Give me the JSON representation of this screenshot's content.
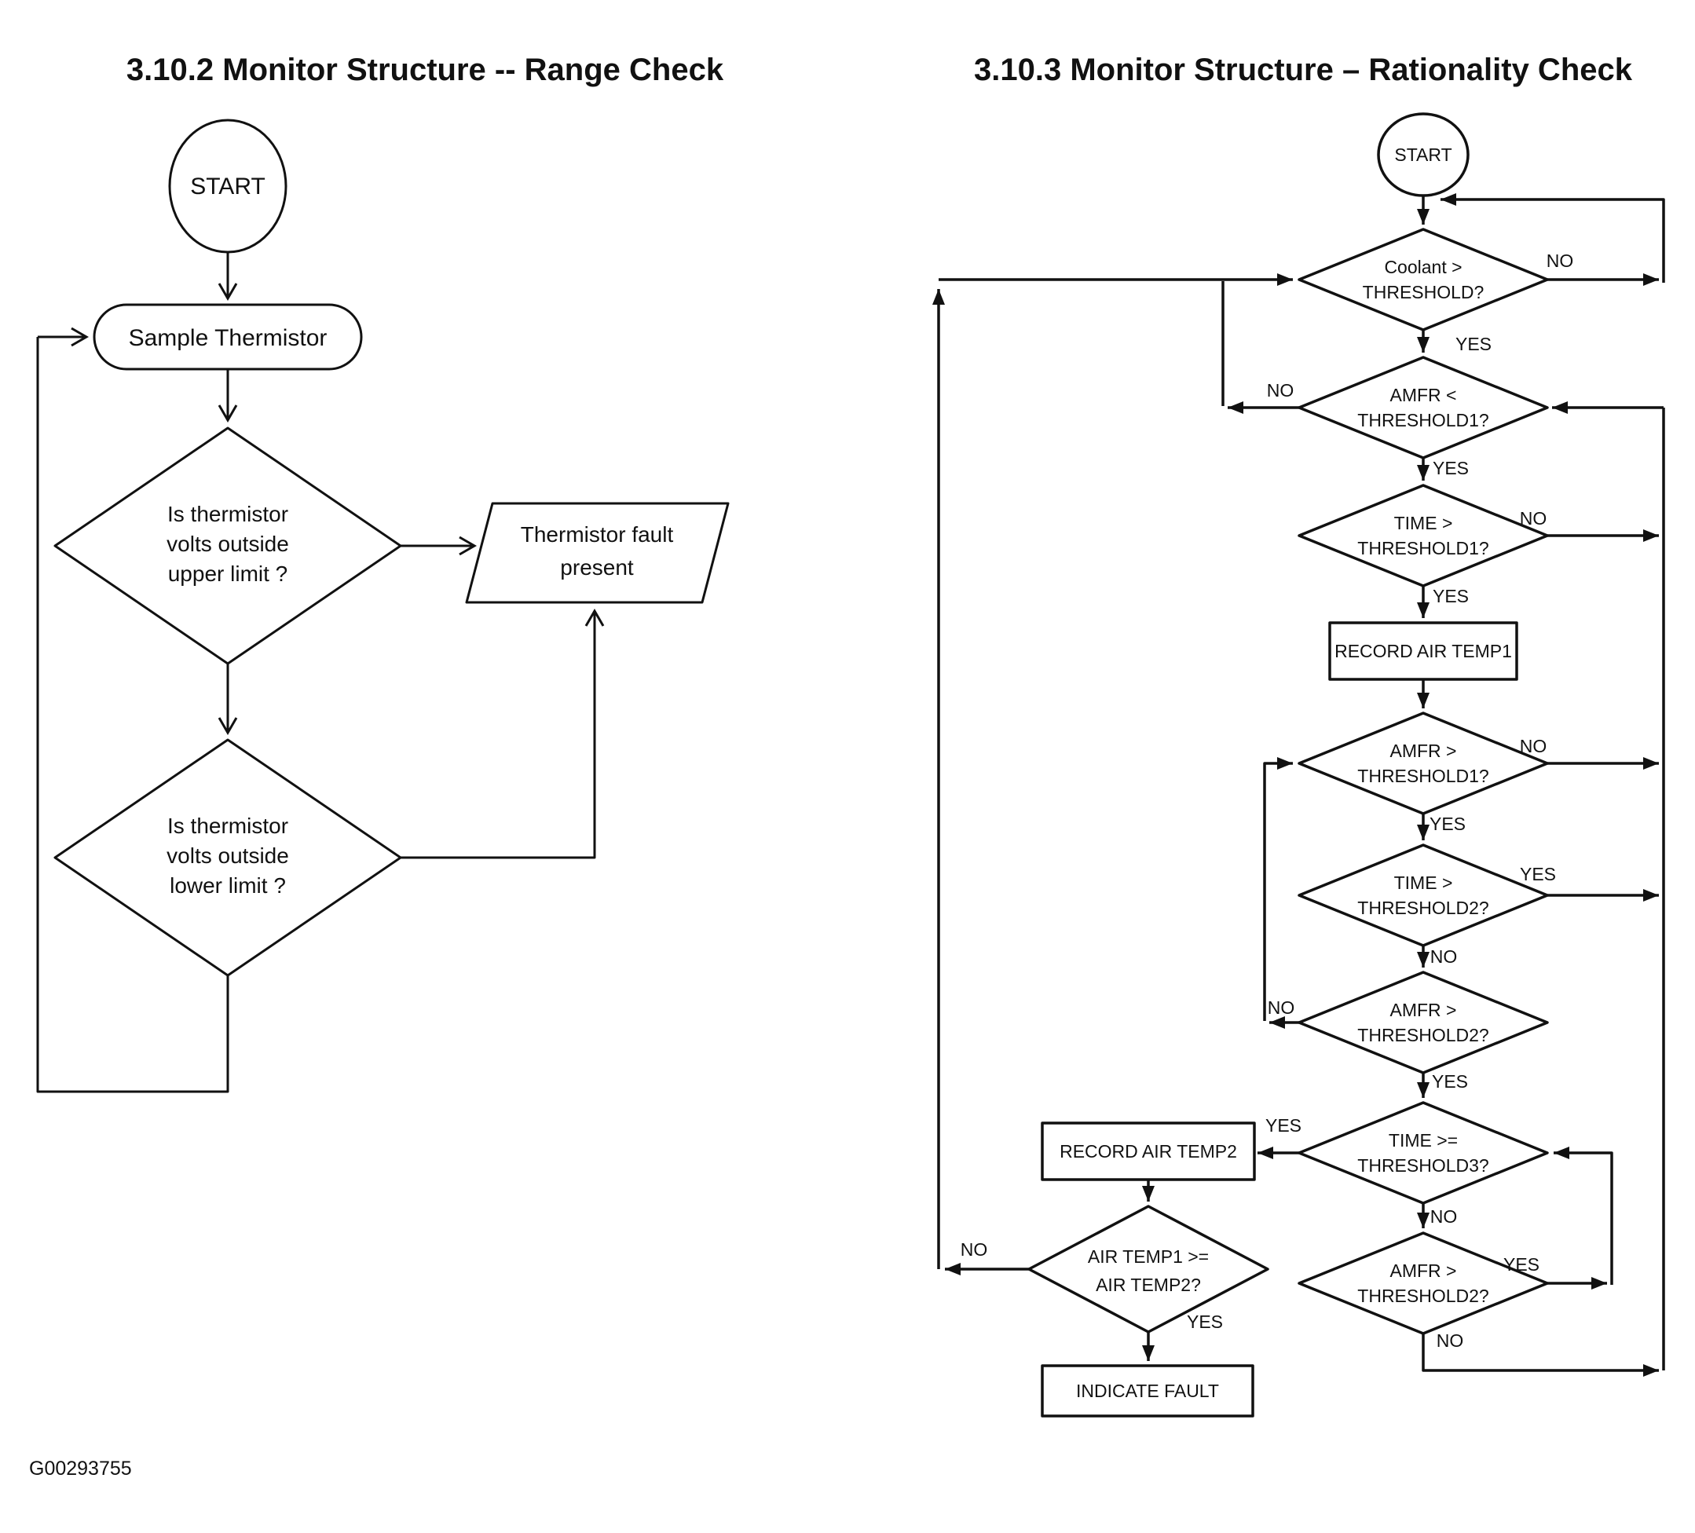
{
  "colors": {
    "ink": "#111111",
    "background": "#ffffff"
  },
  "titles": {
    "left": "3.10.2 Monitor Structure -- Range Check",
    "right": "3.10.3 Monitor Structure – Rationality Check"
  },
  "figure_code": "G00293755",
  "range_check": {
    "start": "START",
    "sample_thermistor": "Sample Thermistor",
    "upper_decision": {
      "line1": "Is thermistor",
      "line2": "volts outside",
      "line3": "upper limit ?"
    },
    "lower_decision": {
      "line1": "Is thermistor",
      "line2": "volts outside",
      "line3": "lower limit ?"
    },
    "fault_output": {
      "line1": "Thermistor fault",
      "line2": "present"
    }
  },
  "rationality_check": {
    "start": "START",
    "coolant_decision": {
      "line1": "Coolant >",
      "line2": "THRESHOLD?"
    },
    "amfr_lt_t1_decision": {
      "line1": "AMFR <",
      "line2": "THRESHOLD1?"
    },
    "time_gt_t1_decision": {
      "line1": "TIME >",
      "line2": "THRESHOLD1?"
    },
    "record_air_temp1": "RECORD AIR TEMP1",
    "amfr_gt_t1_decision": {
      "line1": "AMFR >",
      "line2": "THRESHOLD1?"
    },
    "time_gt_t2_decision": {
      "line1": "TIME >",
      "line2": "THRESHOLD2?"
    },
    "amfr_gt_t2_decision_upper": {
      "line1": "AMFR >",
      "line2": "THRESHOLD2?"
    },
    "time_ge_t3_decision": {
      "line1": "TIME >=",
      "line2": "THRESHOLD3?"
    },
    "amfr_gt_t2_decision_lower": {
      "line1": "AMFR >",
      "line2": "THRESHOLD2?"
    },
    "record_air_temp2": "RECORD AIR TEMP2",
    "air_temp_decision": {
      "line1": "AIR TEMP1 >=",
      "line2": "AIR TEMP2?"
    },
    "indicate_fault": "INDICATE FAULT",
    "labels": {
      "yes": "YES",
      "no": "NO"
    }
  }
}
